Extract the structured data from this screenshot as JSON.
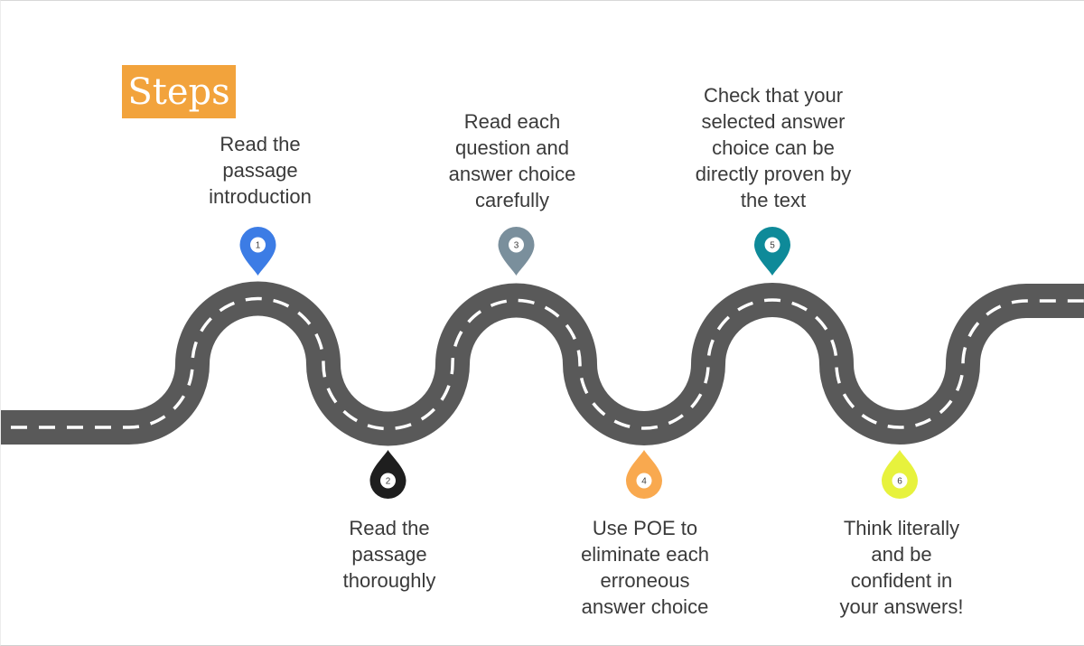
{
  "title": {
    "label": "Steps",
    "bg_color": "#F2A33C",
    "text_color": "#FFFFFF"
  },
  "road": {
    "asphalt_color": "#595959",
    "lane_marking_color": "#FFFFFF"
  },
  "steps": [
    {
      "number": "1",
      "label": "Read the\npassage\nintroduction",
      "pin_color": "#3C7CE5",
      "pin_position": "above-road"
    },
    {
      "number": "2",
      "label": "Read the\npassage\nthoroughly",
      "pin_color": "#1E1E1E",
      "pin_position": "below-road"
    },
    {
      "number": "3",
      "label": "Read each\nquestion and\nanswer choice\ncarefully",
      "pin_color": "#7A8F9C",
      "pin_position": "above-road"
    },
    {
      "number": "4",
      "label": "Use POE to\neliminate each\nerroneous\nanswer choice",
      "pin_color": "#F9A94F",
      "pin_position": "below-road"
    },
    {
      "number": "5",
      "label": "Check that your\nselected answer\nchoice can be\ndirectly proven by\nthe text",
      "pin_color": "#0E8A99",
      "pin_position": "above-road"
    },
    {
      "number": "6",
      "label": "Think literally\nand be\nconfident in\nyour answers!",
      "pin_color": "#E7F23D",
      "pin_position": "below-road"
    }
  ]
}
